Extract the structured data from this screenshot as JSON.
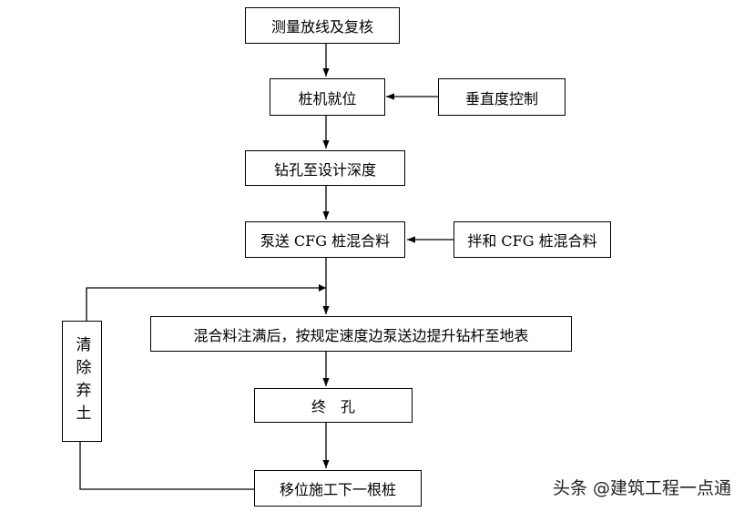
{
  "flowchart": {
    "steps": {
      "survey": "测量放线及复核",
      "rig_position": "桩机就位",
      "verticality": "垂直度控制",
      "drill": "钻孔至设计深度",
      "pump": "泵送 CFG 桩混合料",
      "mix": "拌和 CFG 桩混合料",
      "lift": "混合料注满后，按规定速度边泵送边提升钻杆至地表",
      "finish": "终　孔",
      "move": "移位施工下一根桩",
      "clear": "清除弃土"
    }
  },
  "watermark": "头条 @建筑工程一点通"
}
